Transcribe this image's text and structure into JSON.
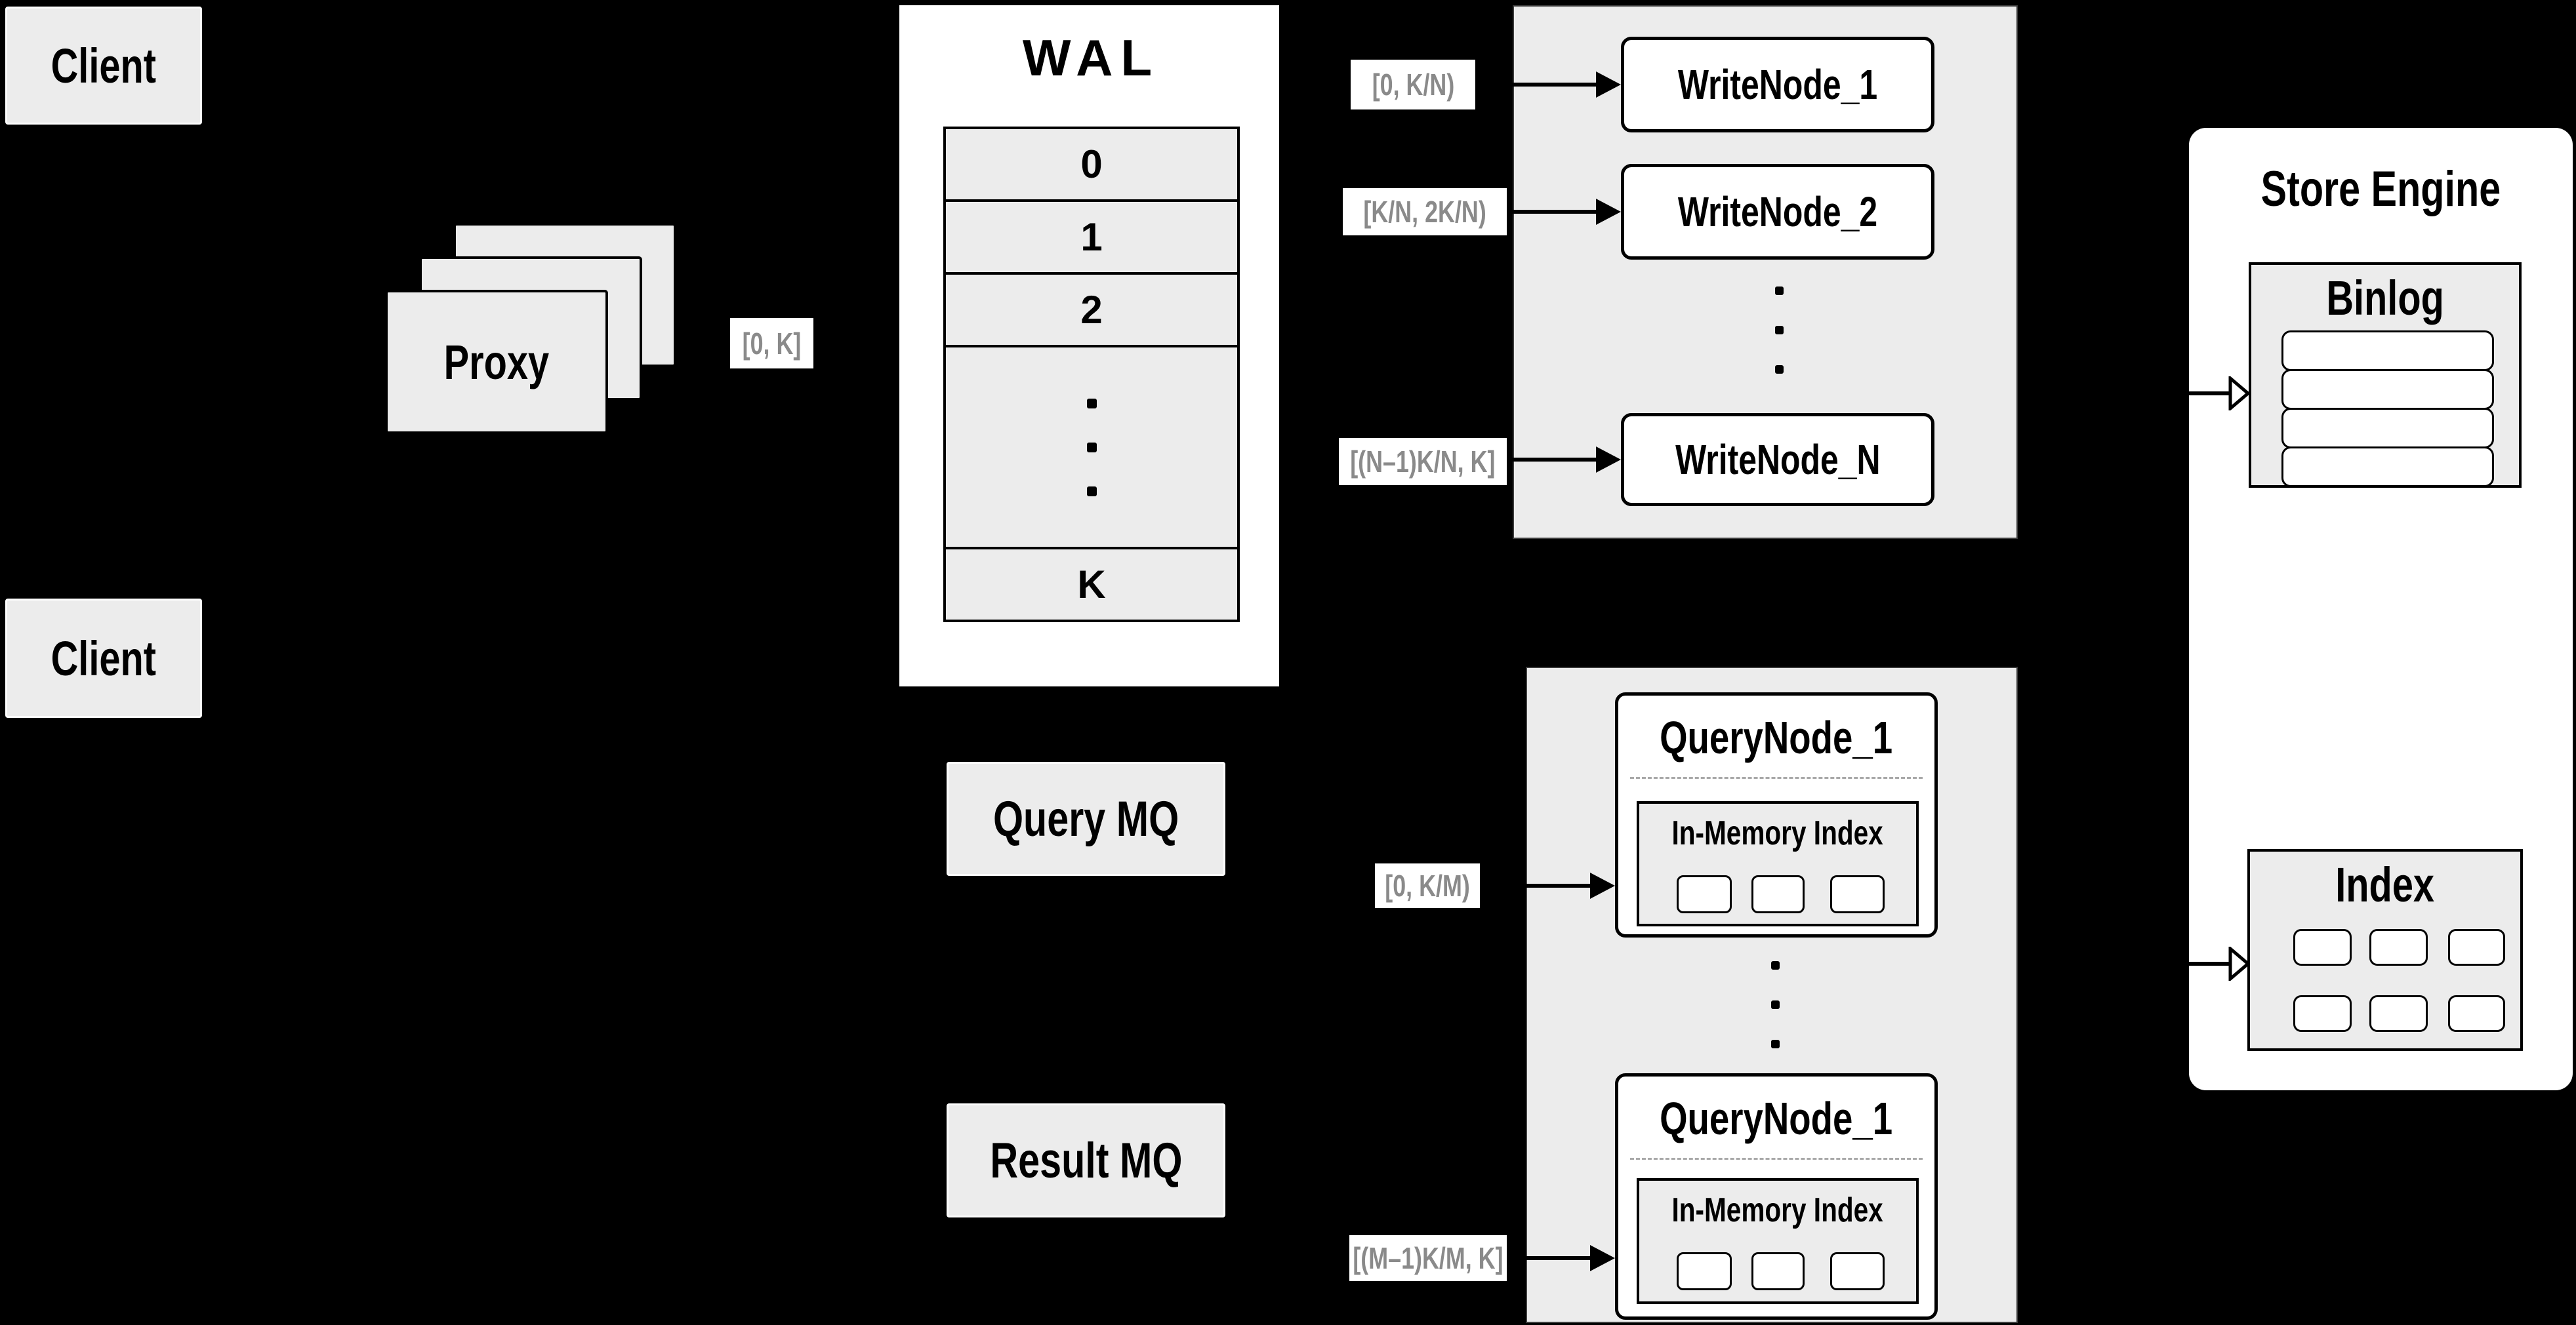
{
  "background": "#000000",
  "colors": {
    "box_gray": "#ececec",
    "white": "#ffffff",
    "line_black": "#000000",
    "range_label_gray": "#8a8a8a",
    "panel_border_gray": "#3c3c3c",
    "dashed_separator_gray": "#a8a8a8"
  },
  "clients": {
    "top": "Client",
    "bottom": "Client"
  },
  "proxy": {
    "label": "Proxy"
  },
  "wal": {
    "title": "WAL",
    "rows": [
      "0",
      "1",
      "2",
      "K"
    ]
  },
  "ranges": {
    "proxy": "[0, K]",
    "write_1": "[0, K/N)",
    "write_2": "[K/N, 2K/N)",
    "write_n": "[(N–1)K/N, K]",
    "query_1": "[0, K/M)",
    "query_n": "[(M–1)K/M, K]"
  },
  "write_nodes": {
    "node_1": "WriteNode_1",
    "node_2": "WriteNode_2",
    "node_n": "WriteNode_N"
  },
  "mq": {
    "query": "Query MQ",
    "result": "Result MQ"
  },
  "query_nodes": {
    "top": {
      "title": "QueryNode_1",
      "inner_title": "In-Memory Index"
    },
    "bottom": {
      "title": "QueryNode_1",
      "inner_title": "In-Memory Index"
    }
  },
  "store_engine": {
    "title": "Store Engine",
    "binlog_title": "Binlog",
    "index_title": "Index"
  }
}
